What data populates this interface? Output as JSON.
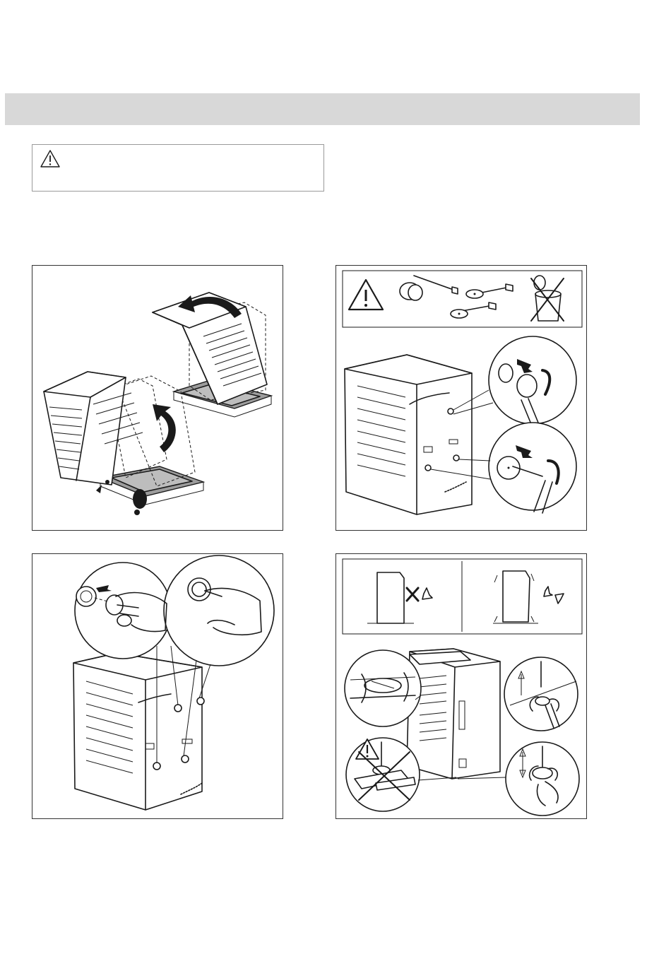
{
  "page": {
    "header_bar_color": "#d8d8d8"
  },
  "warning_box": {
    "icon": "warning-triangle-icon"
  },
  "figures": [
    {
      "id": "tilt-appliance-remove-packaging-base",
      "icons": [
        "curved-arrow-icon",
        "curved-arrow-icon",
        "foot-icon"
      ]
    },
    {
      "id": "remove-transit-bolts",
      "icons": [
        "warning-triangle-icon",
        "plug-icon",
        "bolt-icon",
        "washer-icon",
        "dispose-bin-crossed-icon",
        "wrench-icon"
      ]
    },
    {
      "id": "insert-plastic-caps",
      "icons": [
        "cap-icon",
        "hand-icon"
      ]
    },
    {
      "id": "level-the-appliance",
      "icons": [
        "stable-ok-icon",
        "vibration-bad-icon",
        "spirit-level-icon",
        "adjustable-foot-icon",
        "warning-triangle-icon"
      ]
    }
  ]
}
